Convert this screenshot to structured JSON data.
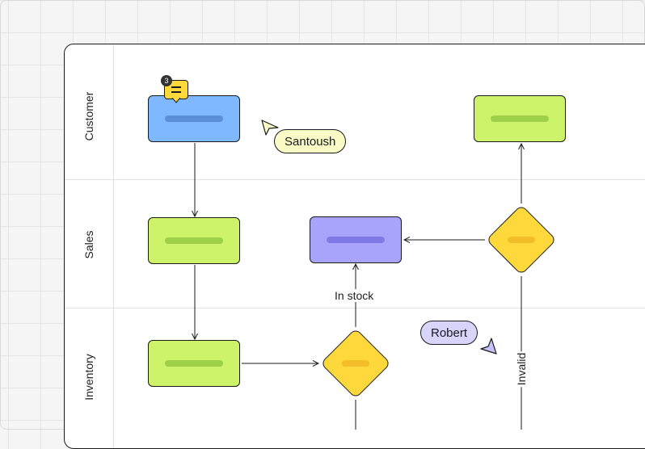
{
  "lanes": [
    "Customer",
    "Sales",
    "Inventory"
  ],
  "edge_labels": {
    "in_stock": "In stock",
    "invalid": "Invalid"
  },
  "collaborators": [
    {
      "name": "Santoush",
      "color": "#f8fbc6"
    },
    {
      "name": "Robert",
      "color": "#d8d4fb"
    }
  ],
  "comment": {
    "count": "3",
    "icon": "comment-icon"
  },
  "colors": {
    "blue_node": "#80b8ff",
    "green_node": "#ccf36a",
    "purple_node": "#a9a4fb",
    "decision": "#ffd93b"
  }
}
